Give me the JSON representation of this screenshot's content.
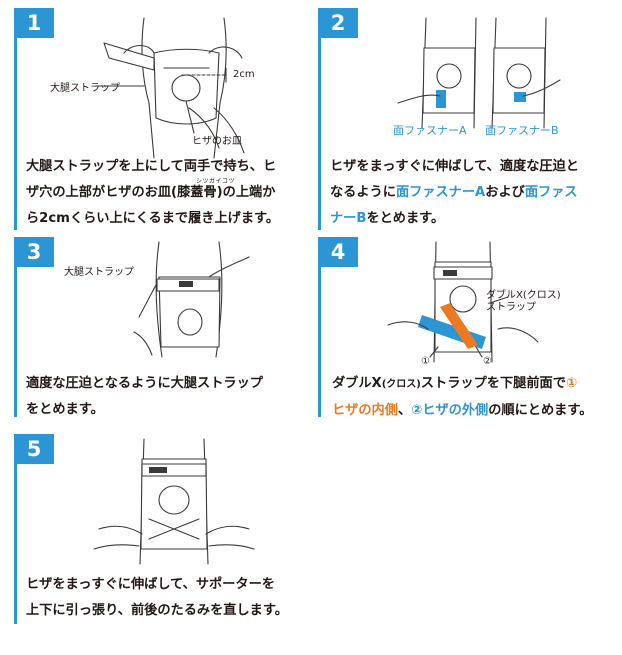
{
  "steps": [
    {
      "number": "1",
      "desc_lines": [
        "大腿ストラップを上にして両手で持ち、ヒ",
        "ザ穴の上部がヒザのお皿(膝蓋骨)の上端か",
        "ら2cmくらい上にくるまで履き上げます。"
      ],
      "ruby": "シツガイコツ",
      "labels": {
        "thigh_strap": "大腿ストラップ",
        "two_cm": "2cm",
        "kneecap": "ヒザのお皿"
      }
    },
    {
      "number": "2",
      "desc_parts": {
        "line1": "ヒザをまっすぐに伸ばして、適度な圧迫と",
        "line2_a": "なるように",
        "line2_b": "面ファスナーA",
        "line2_c": "および",
        "line2_d": "面ファス",
        "line3_a": "ナーB",
        "line3_b": "をとめます。"
      },
      "labels": {
        "fastener_a": "面ファスナーA",
        "fastener_b": "面ファスナーB"
      }
    },
    {
      "number": "3",
      "desc_lines": [
        "適度な圧迫となるように大腿ストラップ",
        "をとめます。"
      ],
      "labels": {
        "thigh_strap": "大腿ストラップ"
      }
    },
    {
      "number": "4",
      "desc_parts": {
        "line1_a": "ダブルX",
        "line1_b": "(クロス)",
        "line1_c": "ストラップを下腿前面で",
        "line1_d": "①",
        "line2_a": "ヒザの内側",
        "line2_b": "、",
        "line2_c": "②ヒザの外側",
        "line2_d": "の順にとめます。"
      },
      "labels": {
        "double_x_1": "ダブルX(クロス)",
        "double_x_2": "ストラップ",
        "mark1": "①",
        "mark2": "②"
      }
    },
    {
      "number": "5",
      "desc_lines": [
        "ヒザをまっすぐに伸ばして、サポーターを",
        "上下に引っ張り、前後のたるみを直します。"
      ]
    }
  ],
  "colors": {
    "accent_blue": "#2c95d3",
    "accent_orange": "#ec7a22",
    "text": "#231815"
  }
}
